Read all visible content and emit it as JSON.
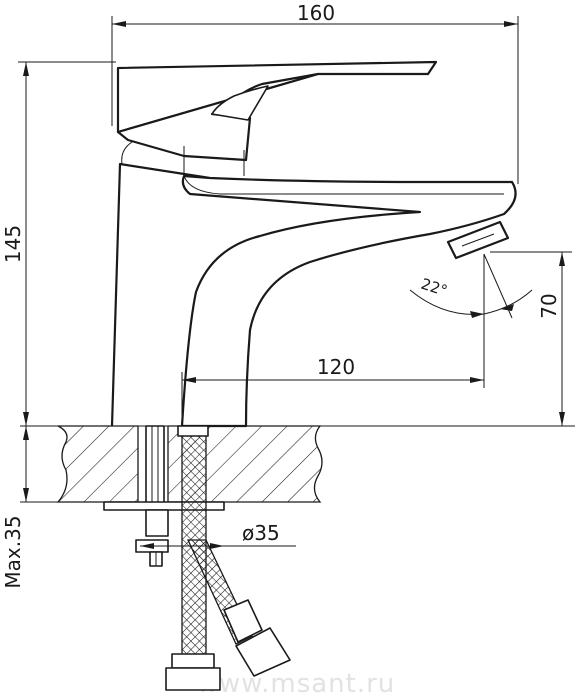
{
  "drawing": {
    "dimensions": {
      "width": "160",
      "height": "145",
      "spout_reach": "120",
      "spout_height": "70",
      "spout_angle": "22°",
      "hole_diameter": "ø35",
      "counter_thickness": "Max.35"
    },
    "watermark": "www.msant.ru"
  }
}
